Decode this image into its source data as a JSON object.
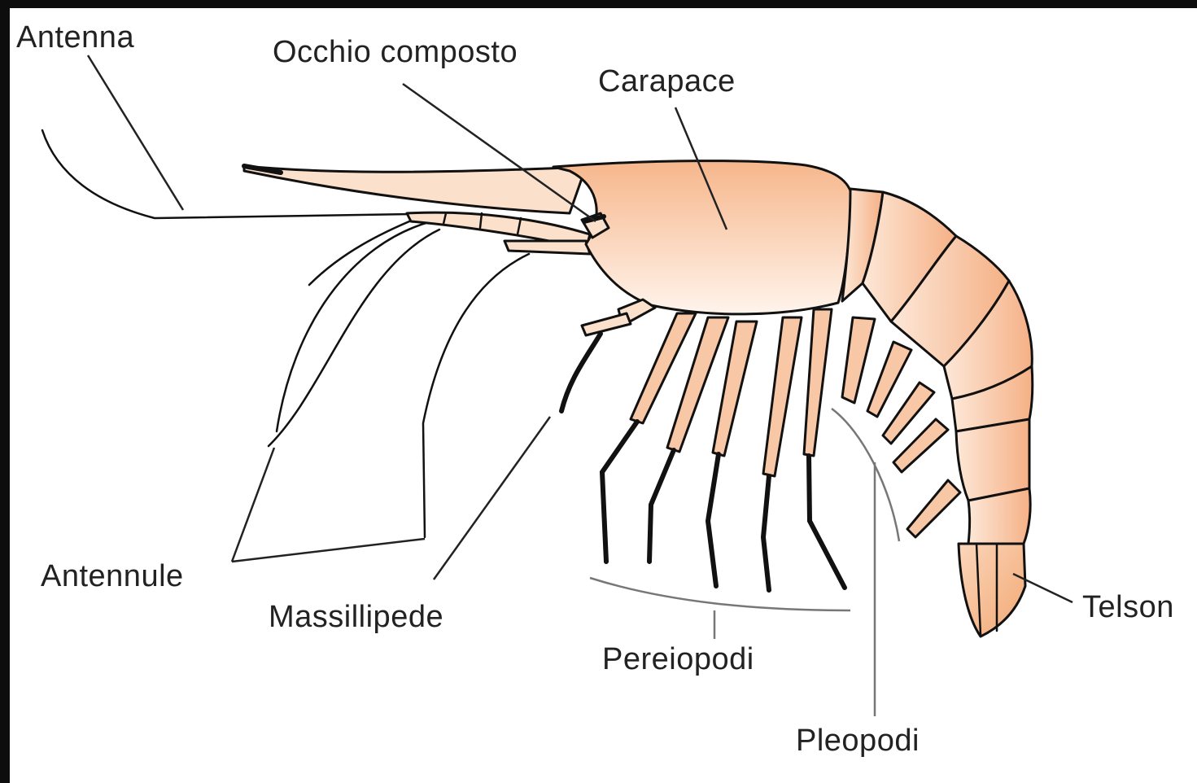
{
  "labels": {
    "antenna": "Antenna",
    "eye": "Occhio composto",
    "carapace": "Carapace",
    "antennule": "Antennule",
    "maxilliped": "Massillipede",
    "pereiopods": "Pereiopodi",
    "pleopods": "Pleopodi",
    "telson": "Telson"
  },
  "colors": {
    "body_light": "#fde7d6",
    "body_dark": "#f5b489",
    "outline": "#111111",
    "background": "#ffffff"
  }
}
